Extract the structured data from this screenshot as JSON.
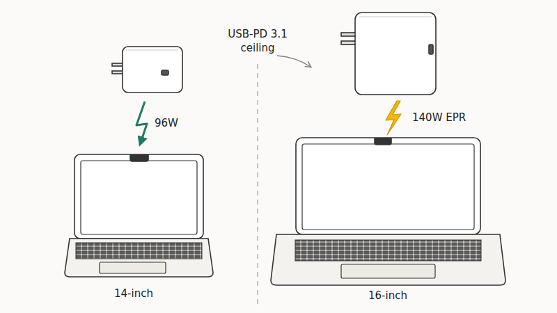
{
  "diagram": {
    "labels": [
      "USB-PD 3.1 ceiling",
      "96W",
      "140W EPR",
      "14-inch",
      "16-inch"
    ]
  }
}
